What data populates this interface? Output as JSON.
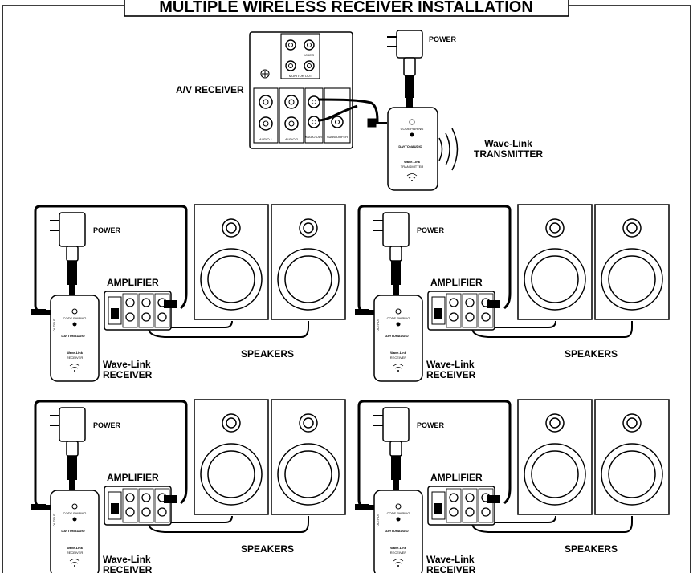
{
  "title": "MULTIPLE WIRELESS RECEIVER INSTALLATION",
  "source": {
    "av_receiver_label": "A/V RECEIVER",
    "power_label": "POWER",
    "transmitter_line1": "Wave-Link",
    "transmitter_line2": "TRANSMITTER",
    "panel_labels": [
      "MONITOR OUT",
      "AUDIO 1",
      "AUDIO 2",
      "AUDIO OUT",
      "SUBWOOFER",
      "VIDEO"
    ],
    "device_brand": "DAYTONAUDIO",
    "device_model": "Wave-Link",
    "device_type": "TRANSMITTER"
  },
  "zones": [
    {
      "power_label": "POWER",
      "amplifier_label": "AMPLIFIER",
      "speakers_label": "SPEAKERS",
      "receiver_line1": "Wave-Link",
      "receiver_line2": "RECEIVER"
    },
    {
      "power_label": "POWER",
      "amplifier_label": "AMPLIFIER",
      "speakers_label": "SPEAKERS",
      "receiver_line1": "Wave-Link",
      "receiver_line2": "RECEIVER"
    },
    {
      "power_label": "POWER",
      "amplifier_label": "AMPLIFIER",
      "speakers_label": "SPEAKERS",
      "receiver_line1": "Wave-Link",
      "receiver_line2": "RECEIVER"
    },
    {
      "power_label": "POWER",
      "amplifier_label": "AMPLIFIER",
      "speakers_label": "SPEAKERS",
      "receiver_line1": "Wave-Link",
      "receiver_line2": "RECEIVER"
    }
  ],
  "receiver_device": {
    "brand": "DAYTONAUDIO",
    "model": "Wave-Link",
    "type": "RECEIVER",
    "pair_label": "CODE PAIRING",
    "port_label": "OUTPUT"
  }
}
